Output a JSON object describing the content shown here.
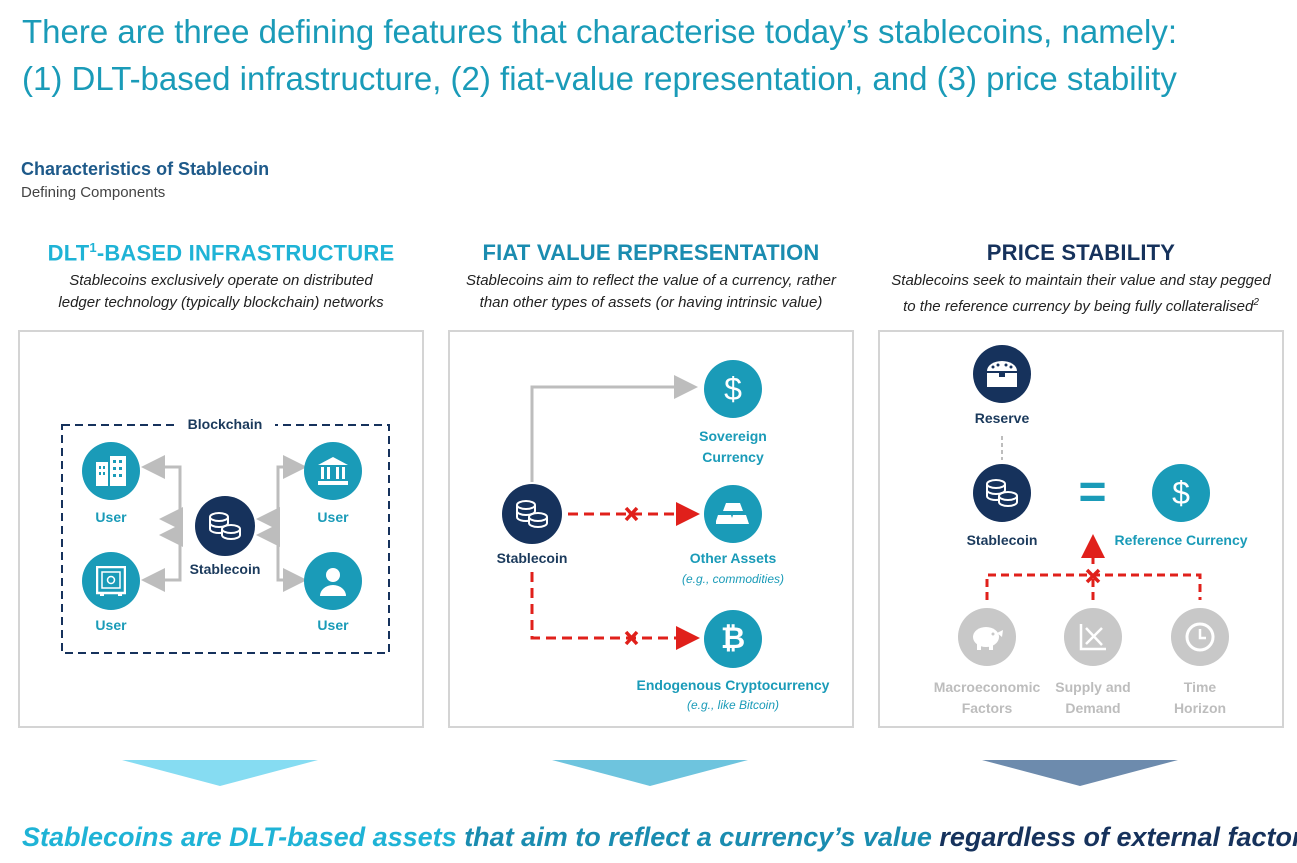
{
  "headline": {
    "line1": "There are three defining features that characterise today’s stablecoins, namely:",
    "line2": "(1) DLT-based infrastructure, (2) fiat-value representation, and (3) price stability"
  },
  "section": {
    "title": "Characteristics of Stablecoin",
    "caption": "Defining Components"
  },
  "columns": [
    {
      "heading_pre": "DLT",
      "heading_sup": "1",
      "heading_post": "-BASED INFRASTRUCTURE",
      "desc1": "Stablecoins exclusively operate on distributed",
      "desc2": "ledger technology (typically blockchain) networks",
      "desc_sup": ""
    },
    {
      "heading": "FIAT VALUE REPRESENTATION",
      "desc1": "Stablecoins aim to reflect the value of a currency, rather",
      "desc2": "than other types of assets (or having intrinsic value)"
    },
    {
      "heading": "PRICE STABILITY",
      "desc1": "Stablecoins seek to maintain their value and stay pegged",
      "desc2": "to the reference currency by being fully collateralised",
      "desc_sup": "2"
    }
  ],
  "panel1": {
    "blockchain_label": "Blockchain",
    "center_label": "Stablecoin",
    "users": [
      "User",
      "User",
      "User",
      "User"
    ],
    "icons": [
      "buildings-icon",
      "safe-icon",
      "bank-icon",
      "person-icon",
      "stablecoin-icon"
    ]
  },
  "panel2": {
    "source_label": "Stablecoin",
    "targets": [
      {
        "label1": "Sovereign",
        "label2": "Currency",
        "example": "",
        "status": "allowed",
        "icon": "dollar-icon"
      },
      {
        "label1": "Other Assets",
        "label2": "",
        "example": "(e.g., commodities)",
        "status": "blocked",
        "icon": "gold-bars-icon"
      },
      {
        "label1": "Endogenous Cryptocurrency",
        "label2": "",
        "example": "(e.g., like Bitcoin)",
        "status": "blocked",
        "icon": "bitcoin-icon"
      }
    ],
    "dollar_glyph": "$",
    "bitcoin_glyph": "₿"
  },
  "panel3": {
    "reserve_label": "Reserve",
    "stablecoin_label": "Stablecoin",
    "equals": "=",
    "reference_label": "Reference Currency",
    "dollar_glyph": "$",
    "factors": [
      {
        "l1": "Macroeconomic",
        "l2": "Factors",
        "icon": "piggy-bank-icon"
      },
      {
        "l1": "Supply and",
        "l2": "Demand",
        "icon": "supply-demand-chart-icon"
      },
      {
        "l1": "Time",
        "l2": "Horizon",
        "icon": "clock-icon"
      }
    ]
  },
  "conclusion": {
    "part1": "Stablecoins are DLT-based assets ",
    "part2": "that aim to reflect a currency’s value ",
    "part3": "regardless of external factors"
  },
  "colors": {
    "teal": "#1a9bb8",
    "navy": "#16325c",
    "red": "#e0201b",
    "grey": "#c8c8c8",
    "arrow_grey": "#bdbdbd"
  }
}
